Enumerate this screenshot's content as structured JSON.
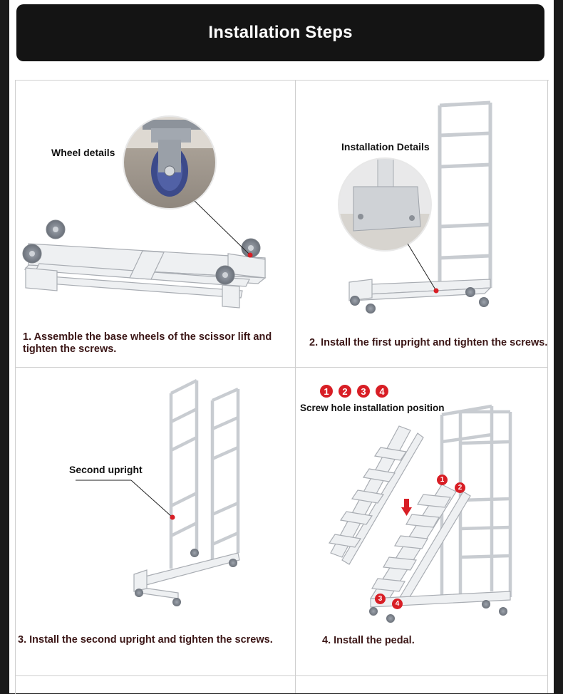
{
  "header": {
    "title": "Installation Steps"
  },
  "steps": [
    {
      "caption": "1. Assemble the base wheels of the scissor lift and tighten the screws.",
      "label": "Wheel details"
    },
    {
      "caption": "2. Install the first upright and tighten the screws.",
      "label": "Installation Details"
    },
    {
      "caption": "3. Install the second upright and tighten the screws.",
      "label": "Second upright"
    },
    {
      "caption": "4. Install the pedal.",
      "label": "Screw hole installation position"
    }
  ],
  "markers": [
    "1",
    "2",
    "3",
    "4"
  ],
  "colors": {
    "banner": "#141414",
    "caption": "#3b1616",
    "marker": "#d81e25",
    "frame": "#eef0f2"
  }
}
